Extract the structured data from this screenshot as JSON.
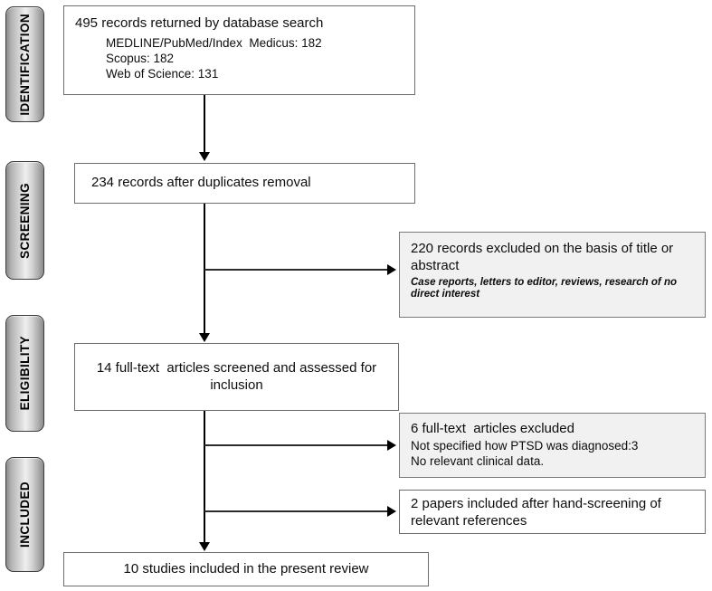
{
  "diagram": {
    "title": "PRISMA study selection flow diagram",
    "type": "prisma-flow",
    "colors": {
      "box_border": "#6e6e6e",
      "shaded_box_fill": "#f1f1f1",
      "connector": "#000000",
      "tab_text": "#000000"
    }
  },
  "stages": [
    {
      "label": "IDENTIFICATION"
    },
    {
      "label": "SCREENING"
    },
    {
      "label": "ELIGIBILITY"
    },
    {
      "label": "INCLUDED"
    }
  ],
  "boxes": {
    "identification": {
      "heading": "495 records returned by database search",
      "sources": [
        "MEDLINE/PubMed/Index  Medicus: 182",
        "Scopus: 182",
        "Web of Science: 131"
      ]
    },
    "duplicates_removed": {
      "text": "234 records after duplicates removal"
    },
    "records_excluded": {
      "heading": "220 records excluded on the basis of title or abstract",
      "detail": "Case reports, letters to editor, reviews, research of no direct interest"
    },
    "full_text_screened": {
      "text": "14 full-text  articles screened and assessed for inclusion"
    },
    "full_text_excluded": {
      "heading": "6 full-text  articles excluded",
      "reasons": [
        "Not specified how PTSD was diagnosed:3",
        "No relevant clinical data."
      ]
    },
    "hand_screening": {
      "text": "2 papers included after hand-screening of relevant references"
    },
    "included_final": {
      "text": "10 studies included in the present review"
    }
  }
}
